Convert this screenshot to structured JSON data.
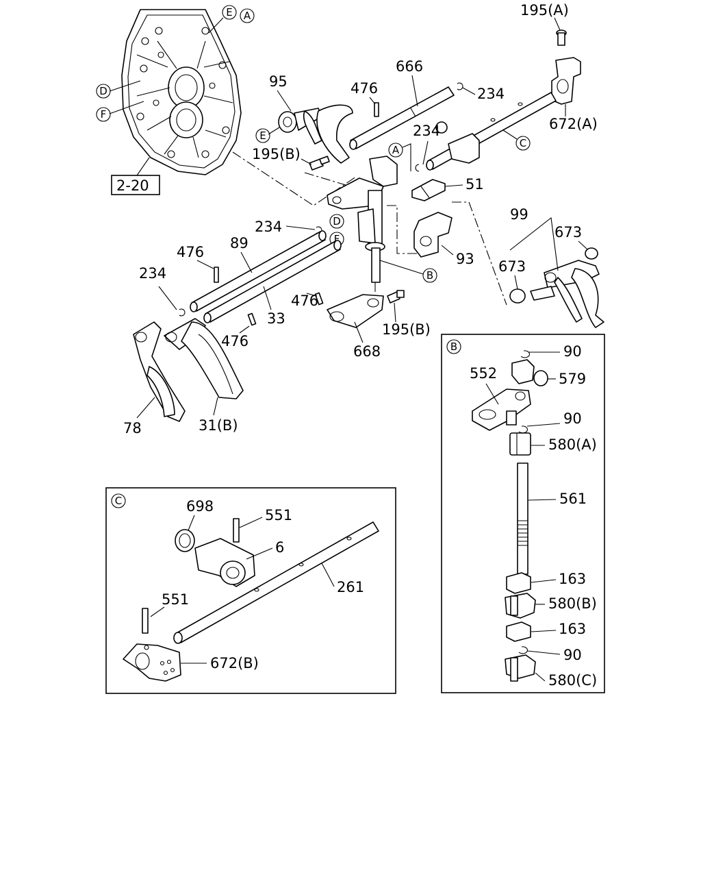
{
  "labels": {
    "p195a": "195(A)",
    "p666": "666",
    "p476_top": "476",
    "p234_top": "234",
    "p95": "95",
    "p672a": "672(A)",
    "p234_mid": "234",
    "p195b_top": "195(B)",
    "p51": "51",
    "p2_20": "2-20",
    "p99": "99",
    "p673_top": "673",
    "p234_left": "234",
    "p89": "89",
    "p476_left": "476",
    "p93": "93",
    "p673_mid": "673",
    "p234_far": "234",
    "p476_mid": "476",
    "p33": "33",
    "p476_low": "476",
    "p195b_low": "195(B)",
    "p668": "668",
    "p78": "78",
    "p31b": "31(B)",
    "b_90_1": "90",
    "b_552": "552",
    "b_579": "579",
    "b_90_2": "90",
    "b_580a": "580(A)",
    "b_561": "561",
    "b_163_1": "163",
    "b_580b": "580(B)",
    "b_163_2": "163",
    "b_90_3": "90",
    "b_580c": "580(C)",
    "c_698": "698",
    "c_551_1": "551",
    "c_6": "6",
    "c_261": "261",
    "c_551_2": "551",
    "c_672b": "672(B)"
  },
  "callouts": {
    "E_top": "E",
    "A_top": "A",
    "D_left": "D",
    "F_left": "F",
    "E_mid": "E",
    "A_mid": "A",
    "C_right": "C",
    "D_mid": "D",
    "F_mid": "F",
    "B_mid": "B",
    "B_inset": "B",
    "C_inset": "C"
  }
}
